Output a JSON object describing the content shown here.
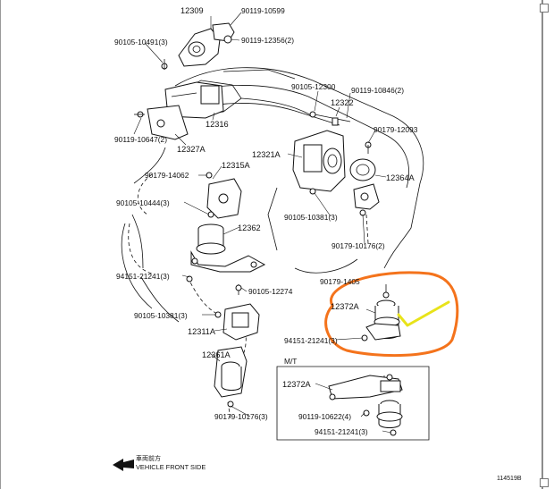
{
  "labels": {
    "p12309": "12309",
    "p90119_10599": "90119-10599",
    "p90105_10491": "90105-10491(3)",
    "p90119_12356": "90119-12356(2)",
    "p90105_12300": "90105-12300",
    "p90119_10846": "90119-10846(2)",
    "p12322": "12322",
    "p12316": "12316",
    "p90119_10647": "90119-10647(2)",
    "p12327A": "12327A",
    "p90179_12093": "90179-12093",
    "p12321A": "12321A",
    "p12315A": "12315A",
    "p90179_14062": "90179-14062",
    "p12364A": "12364A",
    "p90105_10444": "90105-10444(3)",
    "p90105_10381_top": "90105-10381(3)",
    "p12362": "12362",
    "p90179_10176_top": "90179-10176(2)",
    "p94151_21241_left": "94151-21241(3)",
    "p90179_140": "90179-1405",
    "p90105_12274": "90105-12274",
    "p12372A": "12372A",
    "p90105_10381_mid": "90105-10381(3)",
    "p94151_21241_mid": "94151-21241(3)",
    "p12311A": "12311A",
    "p12361A": "12361A",
    "mt": "M/T",
    "p12372A_mt": "12372A",
    "p90179_10176_bot": "90179-10176(3)",
    "p90119_10622": "90119-10622(4)",
    "p94151_21241_bot": "94151-21241(3)",
    "vehicle_front_jp": "車両前方",
    "vehicle_front": "VEHICLE FRONT SIDE",
    "figure_code": "114519B"
  },
  "colors": {
    "highlight_circle": "#f4731c",
    "checkmark": "#e8e31a",
    "line": "#111111",
    "frame": "#9a9a9a"
  },
  "annotations": {
    "highlight_part": "12372A",
    "checkmark_icon": "checkmark-icon"
  }
}
